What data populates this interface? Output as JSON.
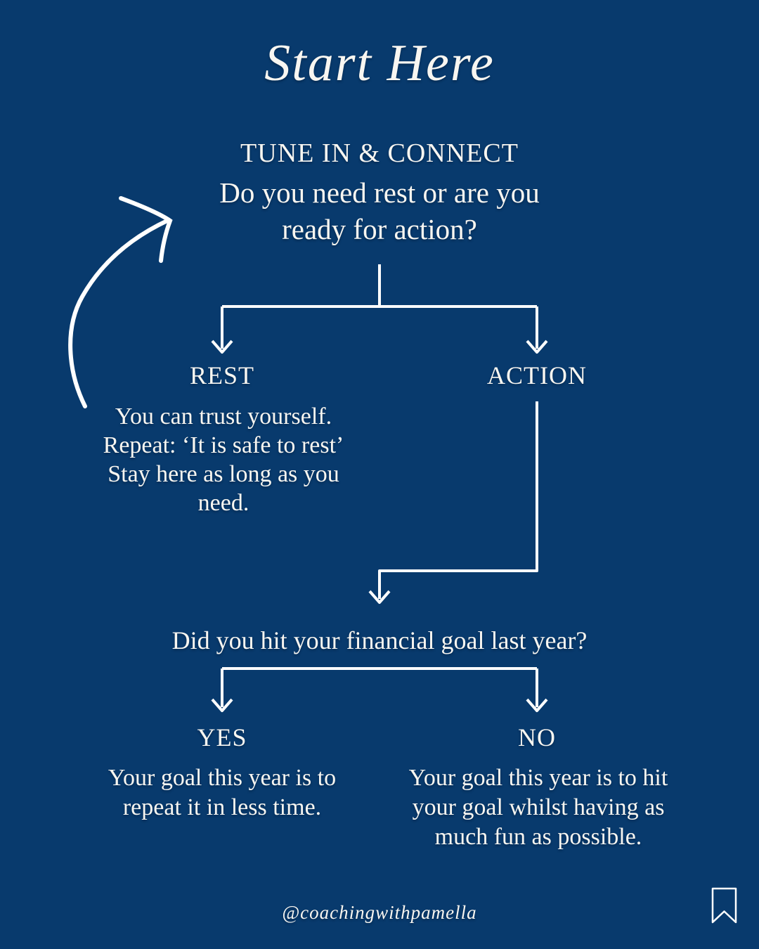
{
  "page": {
    "background_color": "#083a6d",
    "text_color": "#f8f6f1",
    "line_color": "#ffffff"
  },
  "header": {
    "title": "Start Here"
  },
  "intro": {
    "heading": "TUNE IN & CONNECT",
    "question_lines": [
      "Do you need rest or are you",
      "ready for action?"
    ]
  },
  "branch1": {
    "left": {
      "label": "REST",
      "lines": [
        "You can trust yourself.",
        "Repeat: ‘It is safe to rest’",
        "Stay here as long as you",
        "need."
      ]
    },
    "right": {
      "label": "ACTION"
    }
  },
  "question2": {
    "text": "Did you hit your financial goal last year?"
  },
  "branch2": {
    "left": {
      "label": "YES",
      "lines": [
        "Your goal this year is to",
        "repeat it in less time."
      ]
    },
    "right": {
      "label": "NO",
      "lines": [
        "Your goal this year is to hit",
        "your goal whilst having as",
        "much fun as possible."
      ]
    }
  },
  "footer": {
    "handle": "@coachingwithpamella"
  },
  "icons": {
    "curved_arrow": "curved-arrow-icon",
    "bookmark": "bookmark-icon"
  }
}
